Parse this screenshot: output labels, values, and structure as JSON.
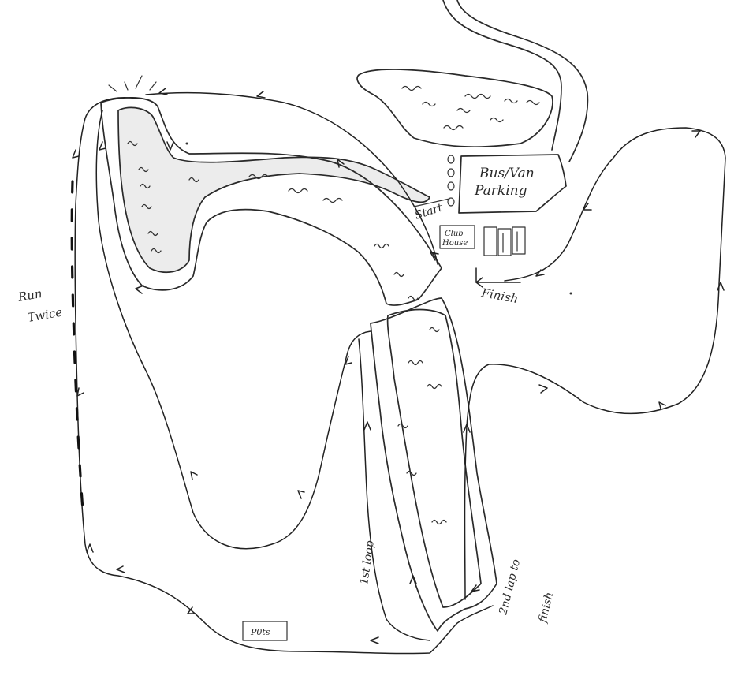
{
  "labels": {
    "bus_van_parking_line1": "Bus/Van",
    "bus_van_parking_line2": "Parking",
    "start": "Start",
    "club_house_line1": "Club",
    "club_house_line2": "House",
    "finish": "Finish",
    "run_twice_line1": "Run",
    "run_twice_line2": "Twice",
    "first_loop": "1st loop",
    "second_loop_line1": "2nd lap to",
    "second_loop_line2": "finish",
    "potties": "P0ts"
  },
  "icons": {
    "water": "water-wave-icon",
    "arrow": "direction-arrow-icon",
    "portable_toilet": "portable-toilet-icon",
    "start_marker": "start-circle-icon"
  },
  "colors": {
    "ink": "#2a2a2a",
    "shading": "#bdbdbd",
    "paper": "#ffffff"
  }
}
